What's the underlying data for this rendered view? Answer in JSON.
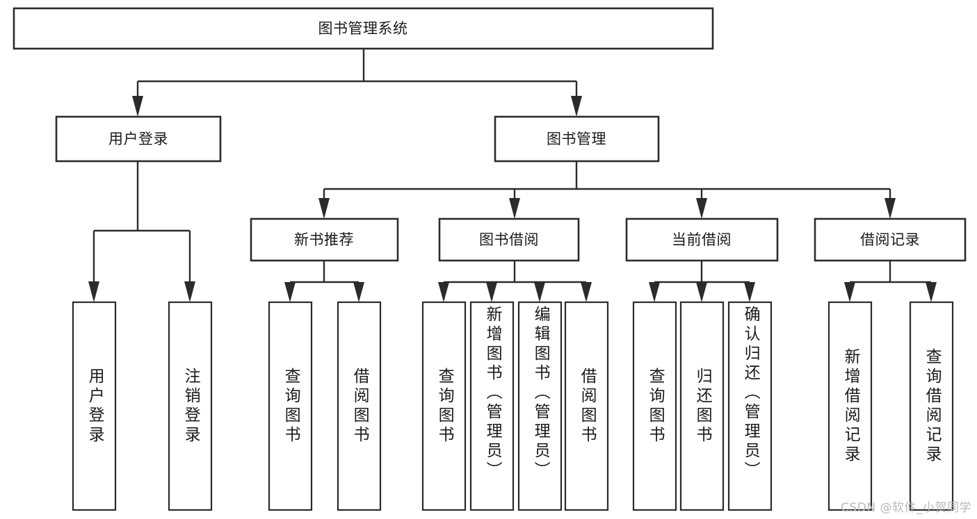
{
  "diagram": {
    "type": "tree-hierarchy",
    "title": "图书管理系统",
    "watermark": "CSDN @软件_小贺同学",
    "colors": {
      "box_stroke": "#2b2b2b",
      "box_fill": "#ffffff",
      "text": "#1a1a1a",
      "background": "#ffffff",
      "watermark": "#b9b9b9"
    },
    "root": {
      "label": "图书管理系统"
    },
    "level2": [
      {
        "id": "user-login",
        "label": "用户登录"
      },
      {
        "id": "book-manage",
        "label": "图书管理"
      }
    ],
    "level3": [
      {
        "id": "new-book-recommend",
        "label": "新书推荐"
      },
      {
        "id": "book-borrow",
        "label": "图书借阅"
      },
      {
        "id": "current-borrow",
        "label": "当前借阅"
      },
      {
        "id": "borrow-record",
        "label": "借阅记录"
      }
    ],
    "leaves": [
      {
        "id": "leaf-user-login",
        "parent": "user-login",
        "label": "用户登录"
      },
      {
        "id": "leaf-logout",
        "parent": "user-login",
        "label": "注销登录"
      },
      {
        "id": "leaf-query-book-1",
        "parent": "new-book-recommend",
        "label": "查询图书"
      },
      {
        "id": "leaf-borrow-book-1",
        "parent": "new-book-recommend",
        "label": "借阅图书"
      },
      {
        "id": "leaf-query-book-2",
        "parent": "book-borrow",
        "label": "查询图书"
      },
      {
        "id": "leaf-add-book",
        "parent": "book-borrow",
        "label": "新增图书（管理员）"
      },
      {
        "id": "leaf-edit-book",
        "parent": "book-borrow",
        "label": "编辑图书（管理员）"
      },
      {
        "id": "leaf-borrow-book-2",
        "parent": "book-borrow",
        "label": "借阅图书"
      },
      {
        "id": "leaf-query-book-3",
        "parent": "current-borrow",
        "label": "查询图书"
      },
      {
        "id": "leaf-return-book",
        "parent": "current-borrow",
        "label": "归还图书"
      },
      {
        "id": "leaf-confirm-return",
        "parent": "current-borrow",
        "label": "确认归还（管理员）"
      },
      {
        "id": "leaf-add-record",
        "parent": "borrow-record",
        "label": "新增借阅记录"
      },
      {
        "id": "leaf-query-record",
        "parent": "borrow-record",
        "label": "查询借阅记录"
      }
    ]
  }
}
